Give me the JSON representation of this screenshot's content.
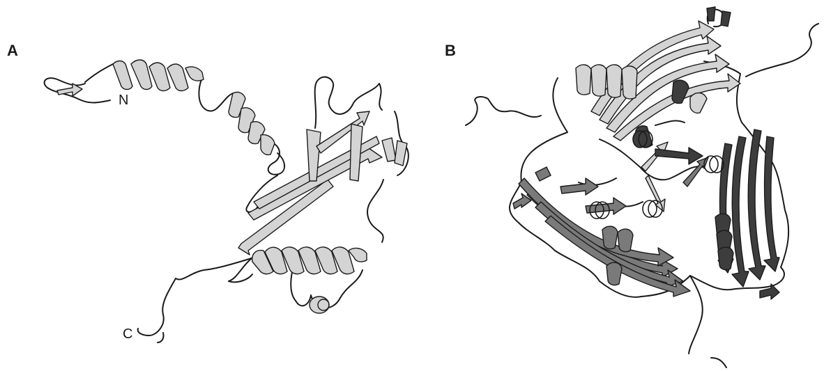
{
  "panels": [
    {
      "label": "A"
    },
    {
      "label": "B"
    }
  ],
  "termini": {
    "n": "N",
    "c": "C"
  },
  "colors": {
    "outline": "#1a1a1a",
    "chain_light": "#d4d4d4",
    "chain_medium": "#7a7a7a",
    "chain_dark": "#3d3d3d",
    "background": "#ffffff"
  }
}
